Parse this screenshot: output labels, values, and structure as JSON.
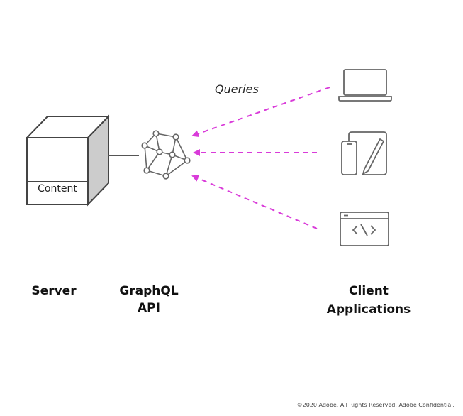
{
  "diagram": {
    "queries_label": "Queries",
    "content_label": "Content",
    "server_label": "Server",
    "api_label": "GraphQL API",
    "client_label_line1": "Client",
    "client_label_line2": "Applications",
    "arrow_color": "#d93bd9",
    "icons": [
      "server-cube-icon",
      "graph-network-icon",
      "laptop-icon",
      "tablet-stylus-icon",
      "code-window-icon"
    ]
  },
  "footer": {
    "copyright": "©2020 Adobe. All Rights Reserved. Adobe Confidential."
  }
}
